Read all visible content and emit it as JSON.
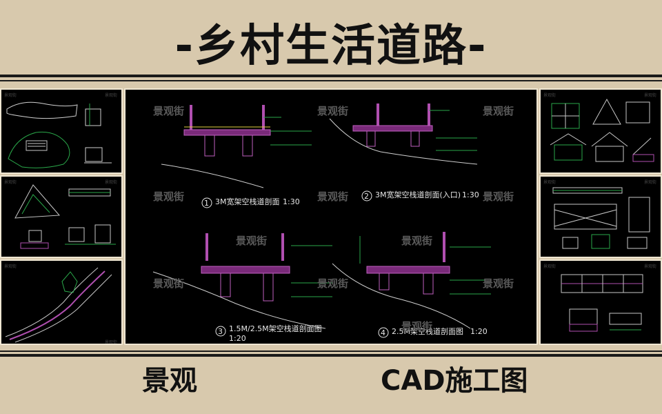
{
  "header": {
    "title": "-乡村生活道路-"
  },
  "footer": {
    "left_label": "景观",
    "right_label": "CAD施工图"
  },
  "watermark": {
    "text": "景观街",
    "small_text": "景观街"
  },
  "main_panel": {
    "sections": [
      {
        "number": "1",
        "label": "3M宽架空栈道剖面",
        "scale": "1:30"
      },
      {
        "number": "2",
        "label": "3M宽架空栈道剖面(入口)",
        "scale": "1:30"
      },
      {
        "number": "3",
        "label": "1.5M/2.5M架空栈道剖面图",
        "scale": "1:20"
      },
      {
        "number": "4",
        "label": "2.5M架空栈道剖面图",
        "scale": "1:20"
      }
    ]
  },
  "colors": {
    "background": "#d8c9ad",
    "panel": "#000000",
    "frame": "#efe6d2",
    "text": "#111111"
  }
}
